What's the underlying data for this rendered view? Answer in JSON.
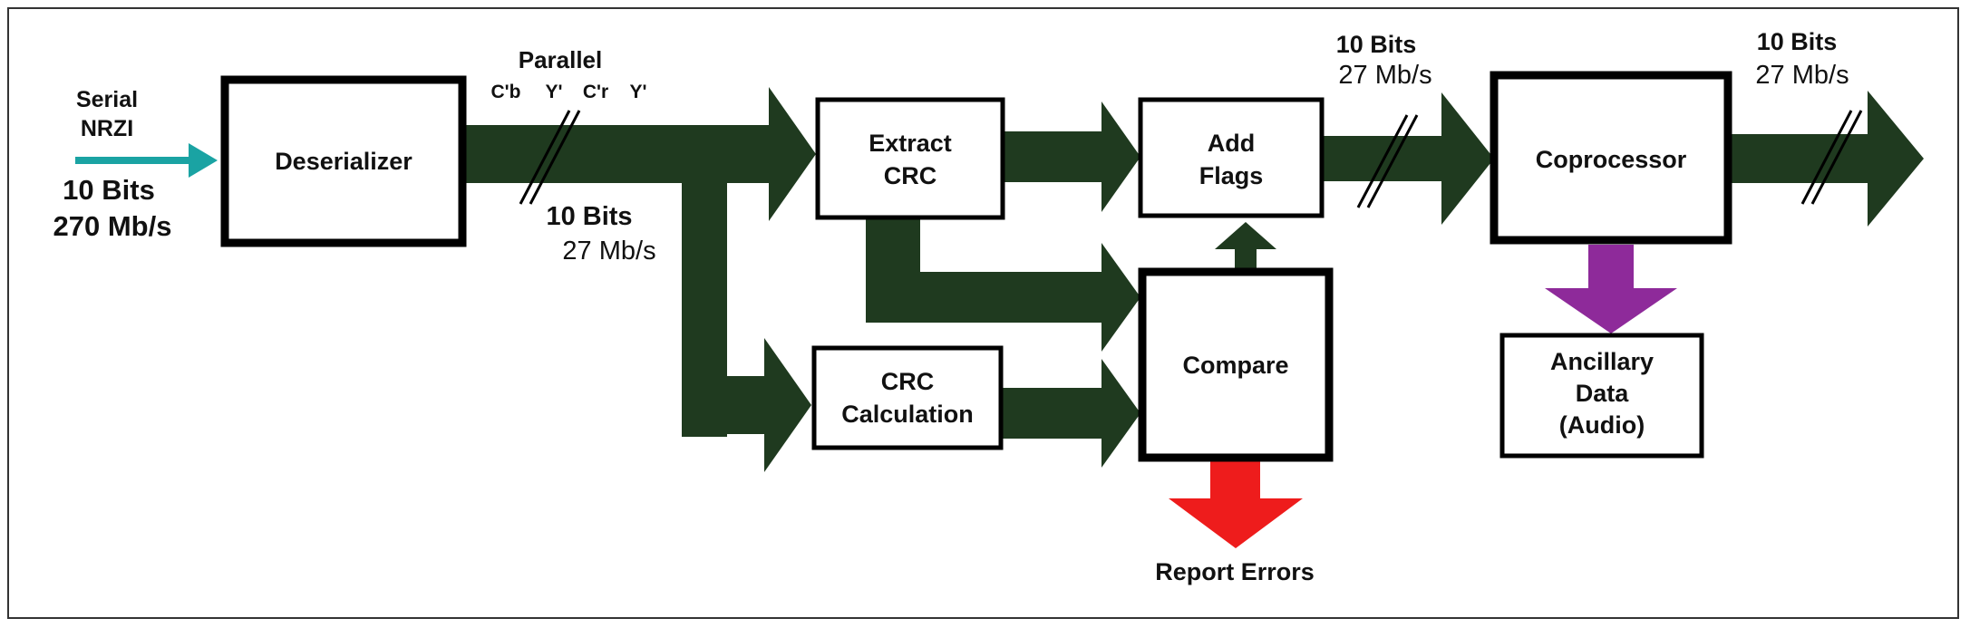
{
  "colors": {
    "flow_arrow": "#1f3a1f",
    "serial_arrow": "#1aa3a3",
    "ancillary_arrow": "#8e2a9a",
    "error_arrow": "#ee1c1c",
    "box_stroke": "#000000"
  },
  "input": {
    "line1": "Serial",
    "line2": "NRZI",
    "bits": "10 Bits",
    "rate": "270 Mb/s"
  },
  "parallel": {
    "title": "Parallel",
    "components": [
      "C'b",
      "Y'",
      "C'r",
      "Y'"
    ],
    "bits": "10 Bits",
    "rate": "27 Mb/s"
  },
  "blocks": {
    "deserializer": "Deserializer",
    "extract_crc": [
      "Extract",
      "CRC"
    ],
    "crc_calc": [
      "CRC",
      "Calculation"
    ],
    "add_flags": [
      "Add",
      "Flags"
    ],
    "compare": "Compare",
    "coprocessor": "Coprocessor",
    "ancillary": [
      "Ancillary",
      "Data",
      "(Audio)"
    ]
  },
  "mid_rate": {
    "bits": "10 Bits",
    "rate": "27 Mb/s"
  },
  "out_rate": {
    "bits": "10 Bits",
    "rate": "27 Mb/s"
  },
  "report_errors": "Report Errors"
}
